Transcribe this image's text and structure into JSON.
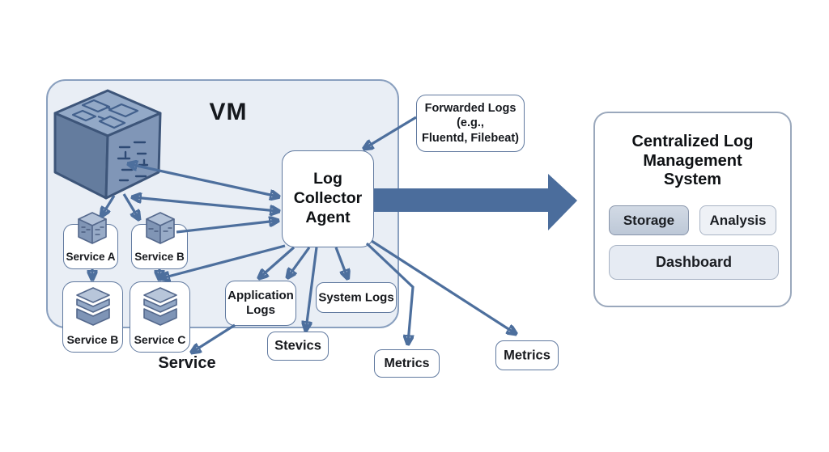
{
  "colors": {
    "arrow_blue": "#4d6f9d",
    "vm_panel_fill": "#e9eef5",
    "box_border": "#60799f",
    "storage_fill": "#c6cfdd"
  },
  "vm": {
    "label": "VM"
  },
  "nodes": {
    "service_a": {
      "label": "Service A"
    },
    "service_b_top": {
      "label": "Service B"
    },
    "service_b_bottom": {
      "label": "Service B"
    },
    "service_c": {
      "label": "Service C"
    },
    "agent": {
      "label": "Log Collector Agent"
    },
    "forwarded_logs": {
      "lines": [
        "Forwarded Logs",
        "(e.g.,",
        "Fluentd, Filebeat)"
      ]
    },
    "application_logs": {
      "label": "Application Logs"
    },
    "system_logs": {
      "label": "System Logs"
    },
    "stevics": {
      "label": "Stevics"
    },
    "metrics_mid": {
      "label": "Metrics"
    },
    "metrics_right": {
      "label": "Metrics"
    },
    "service_label": {
      "label": "Service"
    }
  },
  "central": {
    "title": "Centralized Log Management System",
    "buttons": [
      {
        "label": "Storage"
      },
      {
        "label": "Analysis"
      },
      {
        "label": "Dashboard"
      }
    ]
  }
}
